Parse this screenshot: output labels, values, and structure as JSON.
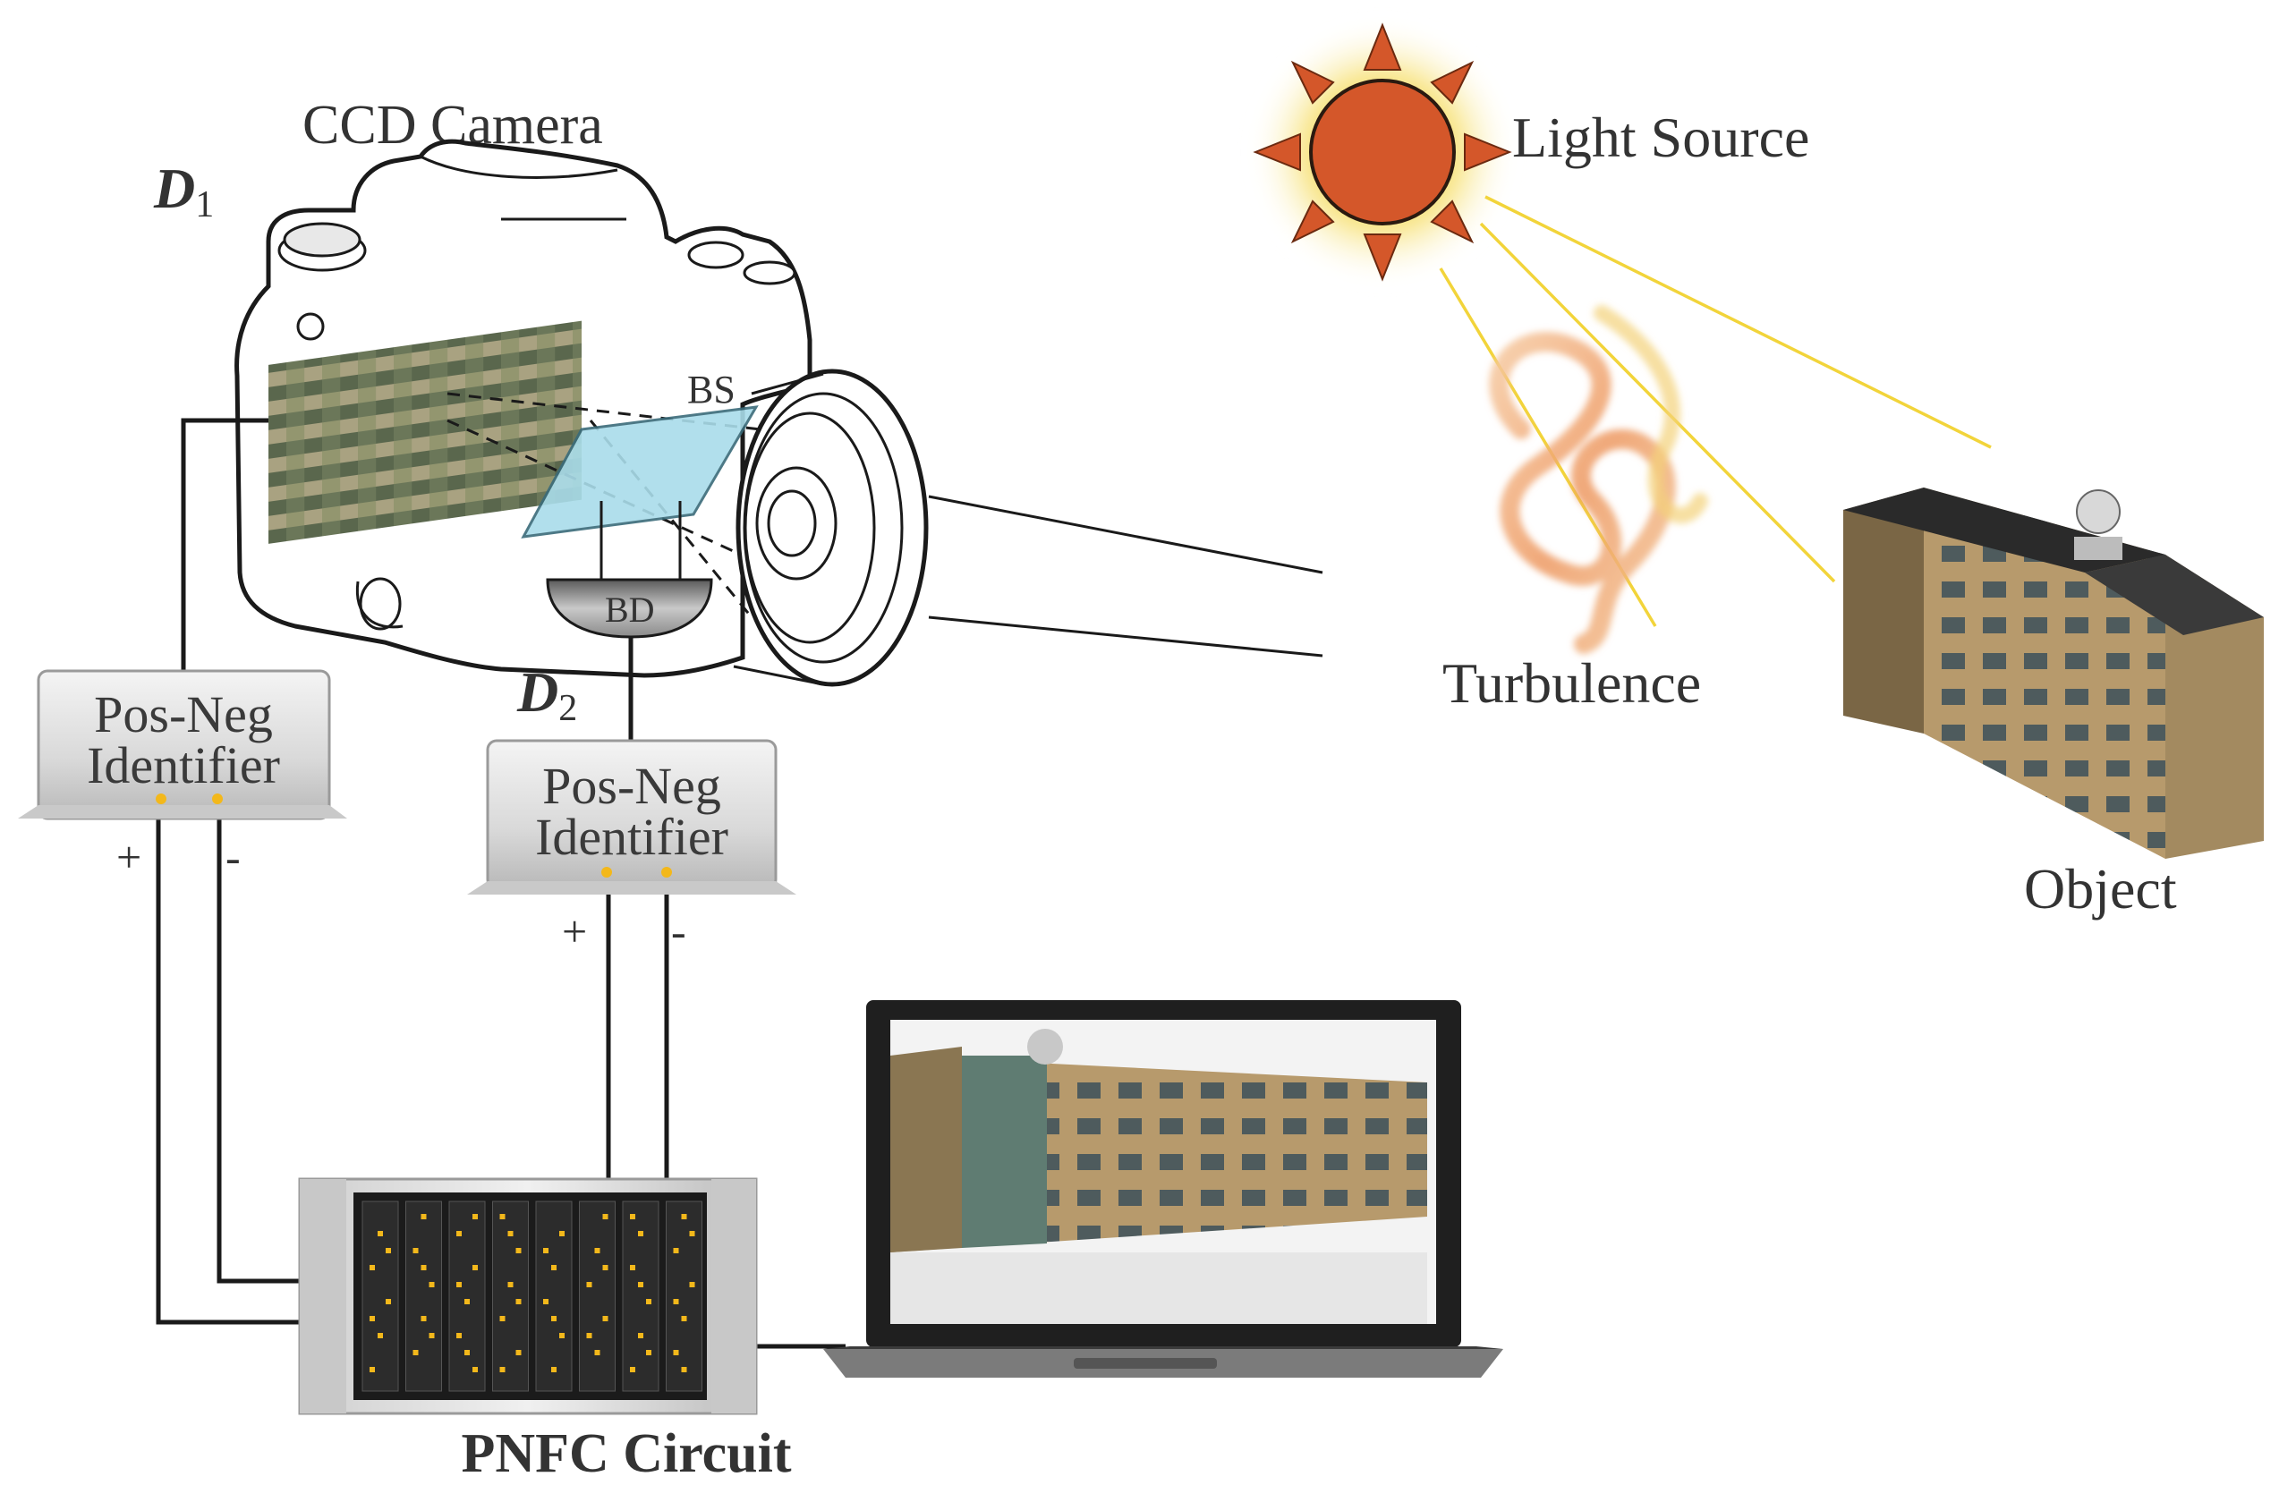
{
  "labels": {
    "ccd_camera": "CCD Camera",
    "light_source": "Light Source",
    "turbulence": "Turbulence",
    "object": "Object",
    "pnfc_circuit": "PNFC Circuit",
    "bs": "BS",
    "bd": "BD"
  },
  "detectors": {
    "d1": {
      "letter": "D",
      "sub": "1"
    },
    "d2": {
      "letter": "D",
      "sub": "2"
    }
  },
  "identifiers": {
    "left": {
      "line1": "Pos-Neg",
      "line2": "Identifier",
      "plus": "+",
      "minus": "-"
    },
    "right": {
      "line1": "Pos-Neg",
      "line2": "Identifier",
      "plus": "+",
      "minus": "-"
    }
  },
  "colors": {
    "sun_body": "#d4572a",
    "sun_ray": "#f2d43a",
    "beam_splitter": "#a9dcea",
    "led": "#f3b81b",
    "building": "#b7986a"
  }
}
